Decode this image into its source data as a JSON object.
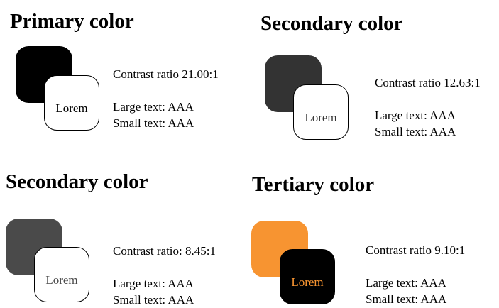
{
  "cards": [
    {
      "title": "Primary color",
      "back_color": "#000000",
      "front_bg": "#ffffff",
      "front_text_color": "#000000",
      "sample_text": "Lorem",
      "contrast": "Contrast ratio 21.00:1",
      "large_text": "Large text: AAA",
      "small_text": "Small text: AAA"
    },
    {
      "title": "Secondary color",
      "back_color": "#333333",
      "front_bg": "#ffffff",
      "front_text_color": "#333333",
      "sample_text": "Lorem",
      "contrast": "Contrast ratio 12.63:1",
      "large_text": "Large text: AAA",
      "small_text": "Small text: AAA"
    },
    {
      "title": "Secondary color",
      "back_color": "#4a4a4a",
      "front_bg": "#ffffff",
      "front_text_color": "#4a4a4a",
      "sample_text": "Lorem",
      "contrast": "Contrast ratio: 8.45:1",
      "large_text": "Large text: AAA",
      "small_text": "Small text: AAA"
    },
    {
      "title": "Tertiary color",
      "back_color": "#f79431",
      "front_bg": "#000000",
      "front_text_color": "#f79431",
      "sample_text": "Lorem",
      "contrast": "Contrast ratio 9.10:1",
      "large_text": "Large text: AAA",
      "small_text": "Small text: AAA"
    }
  ]
}
